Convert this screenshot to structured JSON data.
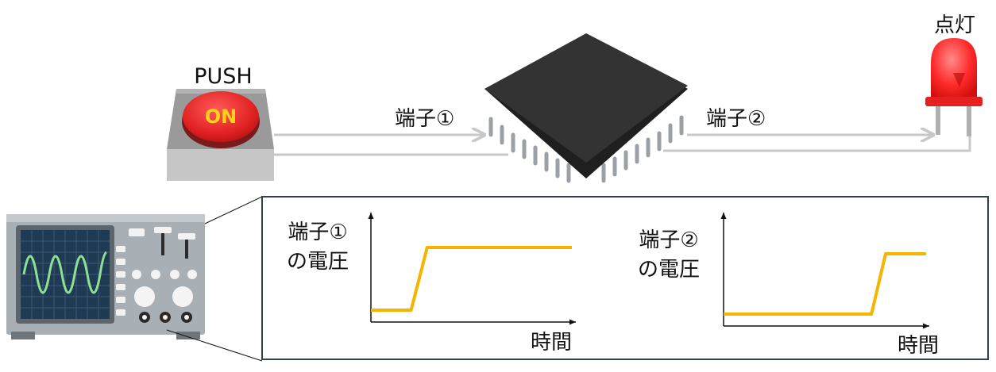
{
  "labels": {
    "push": "PUSH",
    "on": "ON",
    "pin1": "端子①",
    "pin2": "端子②",
    "lit": "点灯",
    "time": "時間"
  },
  "chart_data": [
    {
      "type": "line",
      "ylabel_lines": [
        "端子①",
        "の電圧"
      ],
      "xlabel": "時間",
      "series": [
        {
          "x": [
            0,
            0.2,
            0.28,
            1
          ],
          "y": [
            0,
            0,
            1,
            1
          ]
        }
      ]
    },
    {
      "type": "line",
      "ylabel_lines": [
        "端子②",
        "の電圧"
      ],
      "xlabel": "時間",
      "series": [
        {
          "x": [
            0,
            0.73,
            0.8,
            1
          ],
          "y": [
            0,
            0,
            1,
            1
          ]
        }
      ]
    }
  ],
  "colors": {
    "wire": "#c8c8c8",
    "signal": "#f5b400",
    "panel_border": "#2e4057",
    "button_red": "#e02121",
    "on_text": "#ffd21a",
    "chip": "#2e2e2e",
    "led": "#ff2a2a"
  },
  "icons": [
    "push-button-icon",
    "microchip-icon",
    "led-icon",
    "oscilloscope-icon"
  ]
}
